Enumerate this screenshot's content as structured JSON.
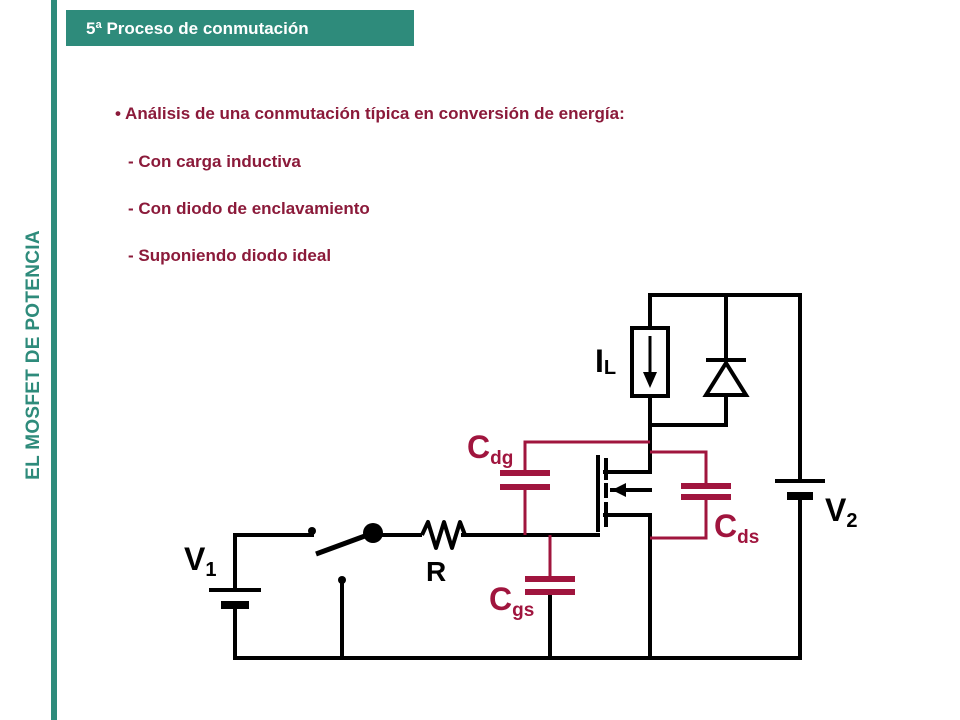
{
  "side_title": "EL MOSFET  DE POTENCIA",
  "header": {
    "title": "5ª Proceso de conmutación"
  },
  "bullets": [
    "• Análisis de una conmutación típica en conversión de energía:",
    "- Con carga inductiva",
    "- Con diodo de enclavamiento",
    "- Suponiendo diodo ideal"
  ],
  "colors": {
    "accent": "#2e8b7b",
    "text": "#8b1a3a",
    "capacitor": "#a0153e",
    "wire": "#000000"
  },
  "circuit": {
    "V1": {
      "main": "V",
      "sub": "1"
    },
    "V2": {
      "main": "V",
      "sub": "2"
    },
    "R": {
      "main": "R"
    },
    "IL": {
      "main": "I",
      "sub": "L"
    },
    "Cdg": {
      "main": "C",
      "sub": "dg"
    },
    "Cds": {
      "main": "C",
      "sub": "ds"
    },
    "Cgs": {
      "main": "C",
      "sub": "gs"
    }
  }
}
